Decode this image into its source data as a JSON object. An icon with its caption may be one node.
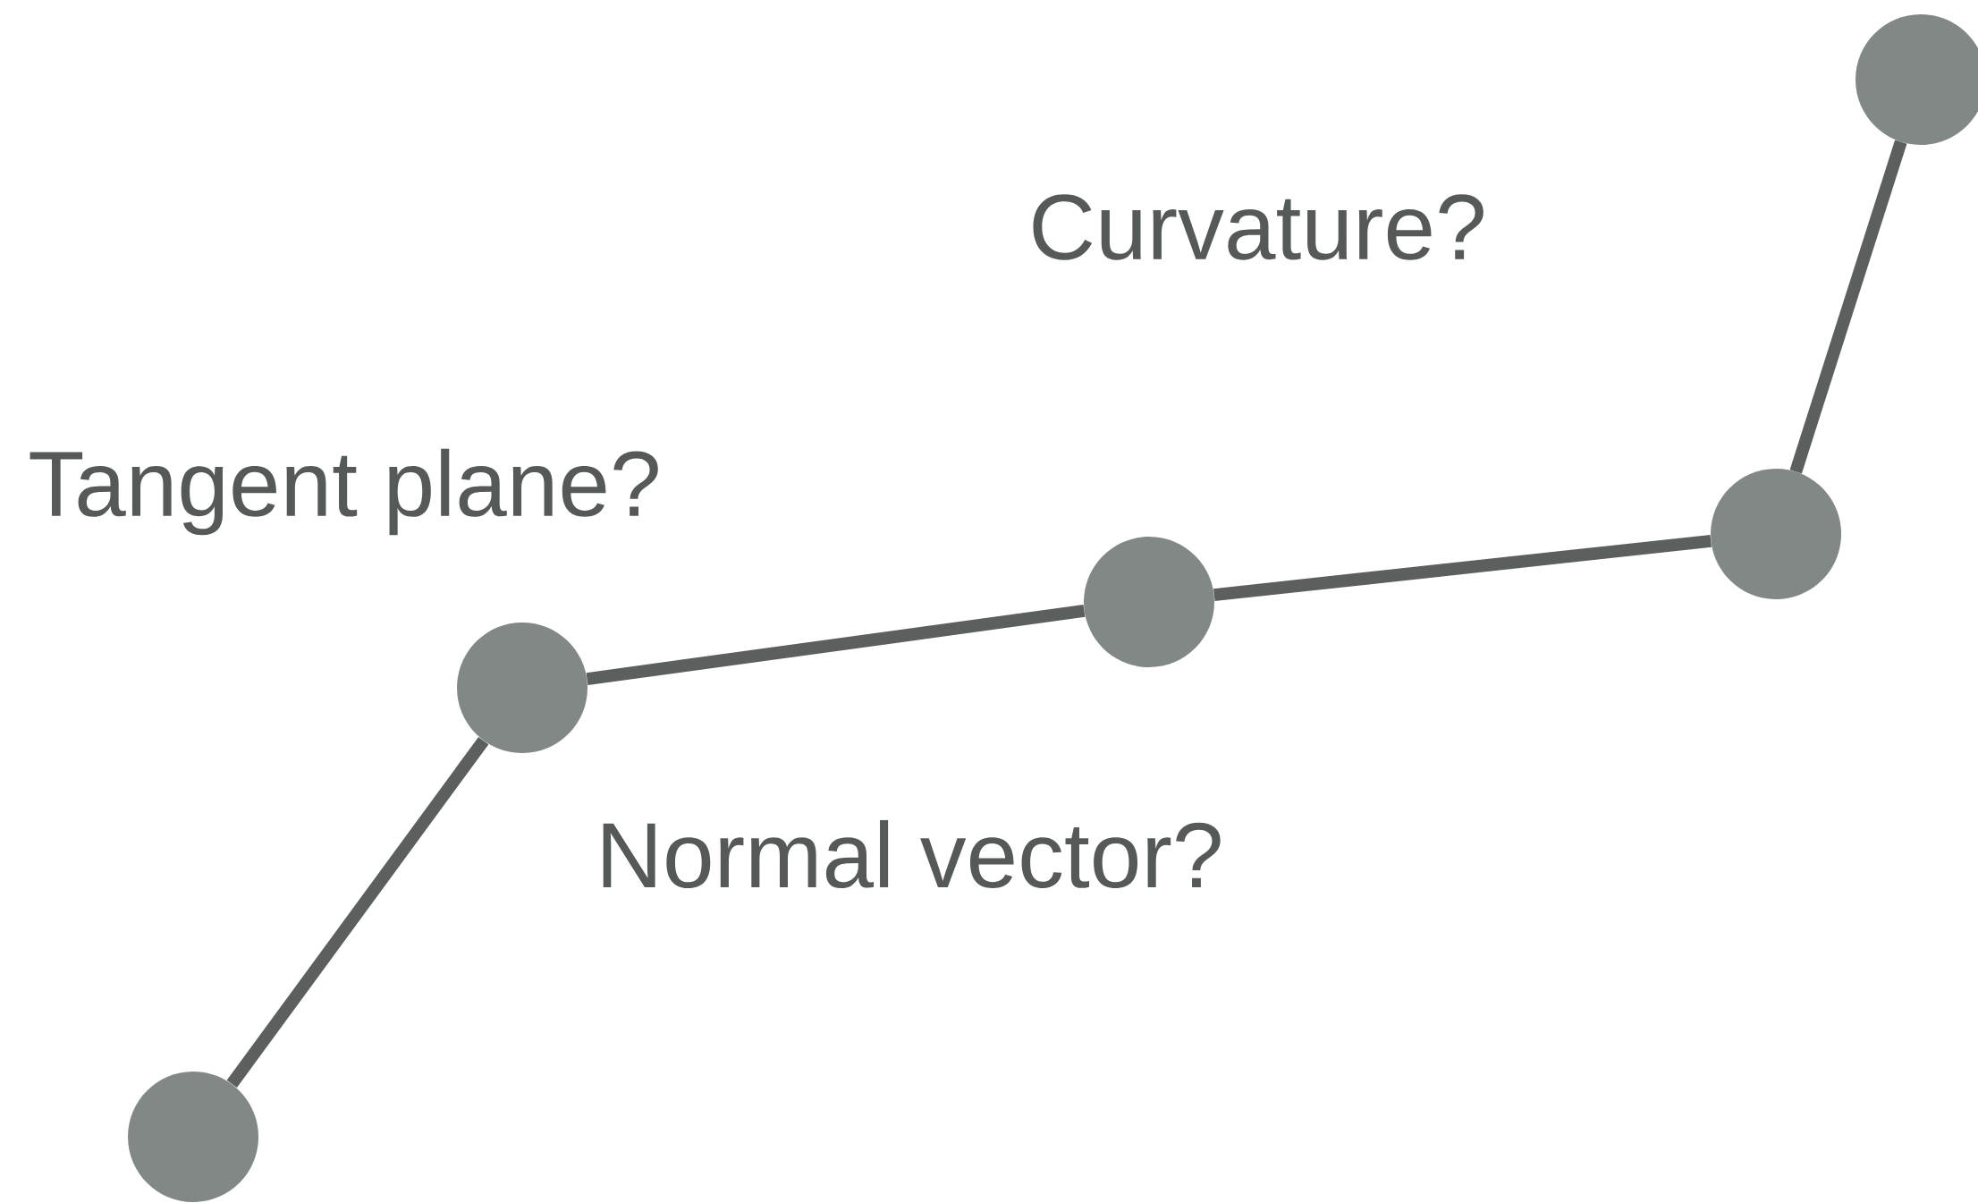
{
  "diagram": {
    "nodes": [
      {
        "text": [],
        "shape": "circle"
      },
      {
        "text": [],
        "shape": "circle"
      },
      {
        "text": [],
        "shape": "circle"
      },
      {
        "text": [],
        "shape": "circle"
      },
      {
        "text": [],
        "shape": "circle"
      }
    ],
    "edges": [
      {
        "from": 0,
        "to": 1,
        "arrow": "none"
      },
      {
        "from": 1,
        "to": 2,
        "arrow": "none"
      },
      {
        "from": 2,
        "to": 3,
        "arrow": "none"
      },
      {
        "from": 3,
        "to": 4,
        "arrow": "none"
      }
    ],
    "labels": [
      "Curvature?",
      "Tangent plane?",
      "Normal vector?"
    ]
  }
}
